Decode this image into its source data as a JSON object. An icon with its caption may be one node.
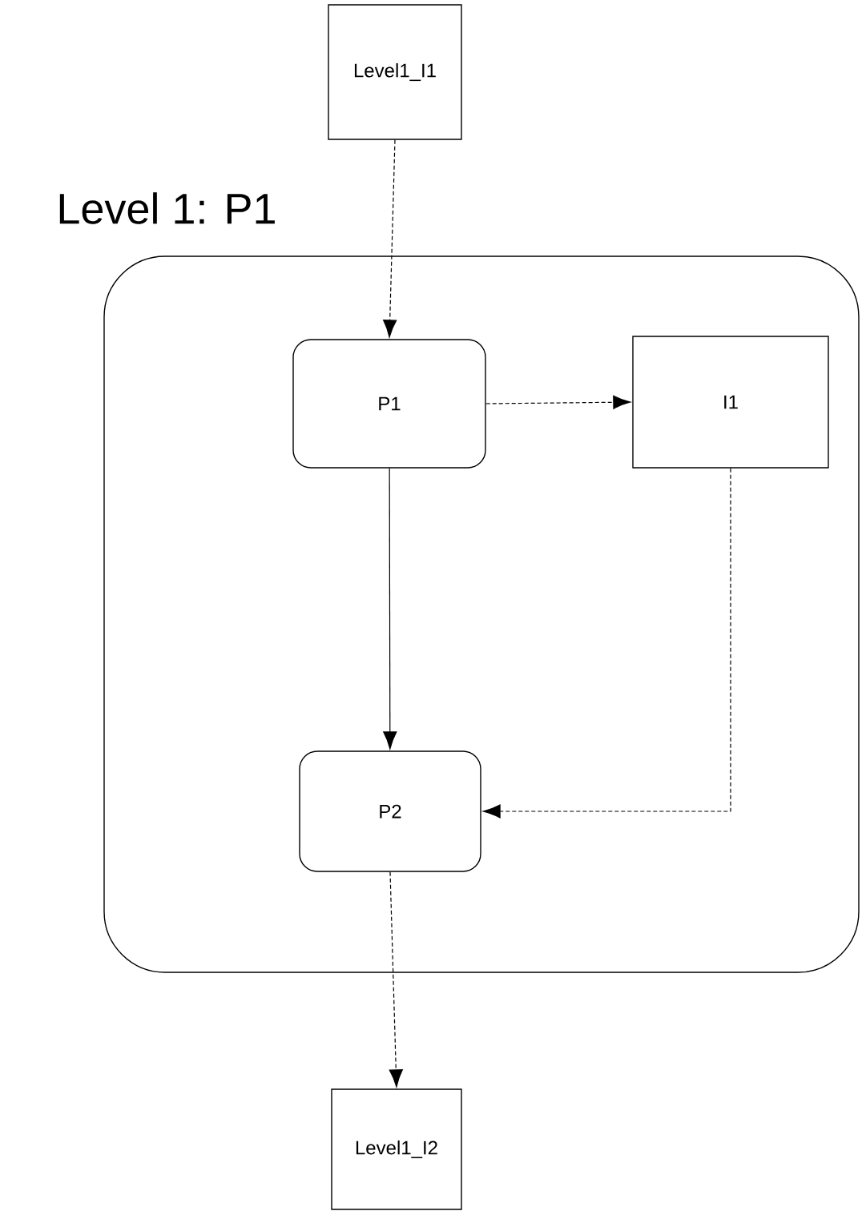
{
  "diagram": {
    "nodes": [
      {
        "text": [
          "Level 1: P1"
        ]
      },
      {
        "text": [
          "Level1_I1"
        ]
      },
      {
        "text": [
          "P1"
        ],
        "in": 0
      },
      {
        "text": [
          "I1"
        ],
        "in": 0
      },
      {
        "text": [
          "P2"
        ],
        "in": 0
      },
      {
        "text": [
          "Level1_I2"
        ]
      }
    ],
    "edges": [
      {
        "from": 1,
        "to": 2,
        "arrow": "to",
        "style": "dashed"
      },
      {
        "from": 2,
        "to": 3,
        "arrow": "to",
        "style": "dashed"
      },
      {
        "from": 2,
        "to": 4,
        "arrow": "to"
      },
      {
        "from": 3,
        "to": 4,
        "arrow": "to",
        "style": "dashed"
      },
      {
        "from": 4,
        "to": 5,
        "arrow": "to",
        "style": "dashed"
      }
    ]
  }
}
